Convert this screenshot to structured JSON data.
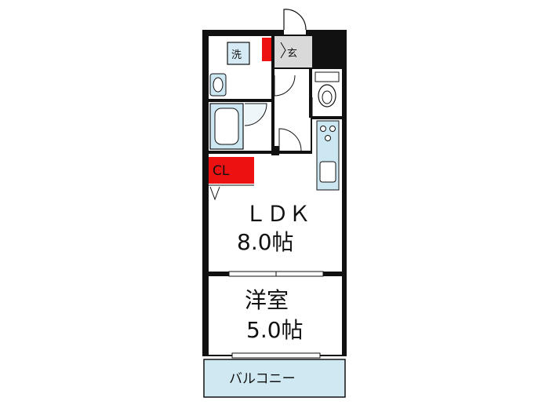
{
  "labels": {
    "washer": "洗",
    "entrance": "玄",
    "closet": "CL",
    "ldk_name": "ＬＤＫ",
    "ldk_size": "8.0帖",
    "western_name": "洋室",
    "western_size": "5.0帖",
    "balcony": "バルコニー"
  },
  "colors": {
    "wall": "#111111",
    "washer_fill": "#d6eaf5",
    "closet_fill": "#ee1111",
    "bath_fill": "#cce6f2",
    "balcony_fill": "#cfe8f2",
    "entrance_fill": "#d9d9d9"
  },
  "icons": {
    "washer": "washer-icon",
    "sink": "sink-icon",
    "bathtub": "bathtub-icon",
    "toilet": "toilet-icon",
    "stove": "stove-icon",
    "kitchen_sink": "kitchen-sink-icon",
    "door": "door-swing-icon"
  }
}
